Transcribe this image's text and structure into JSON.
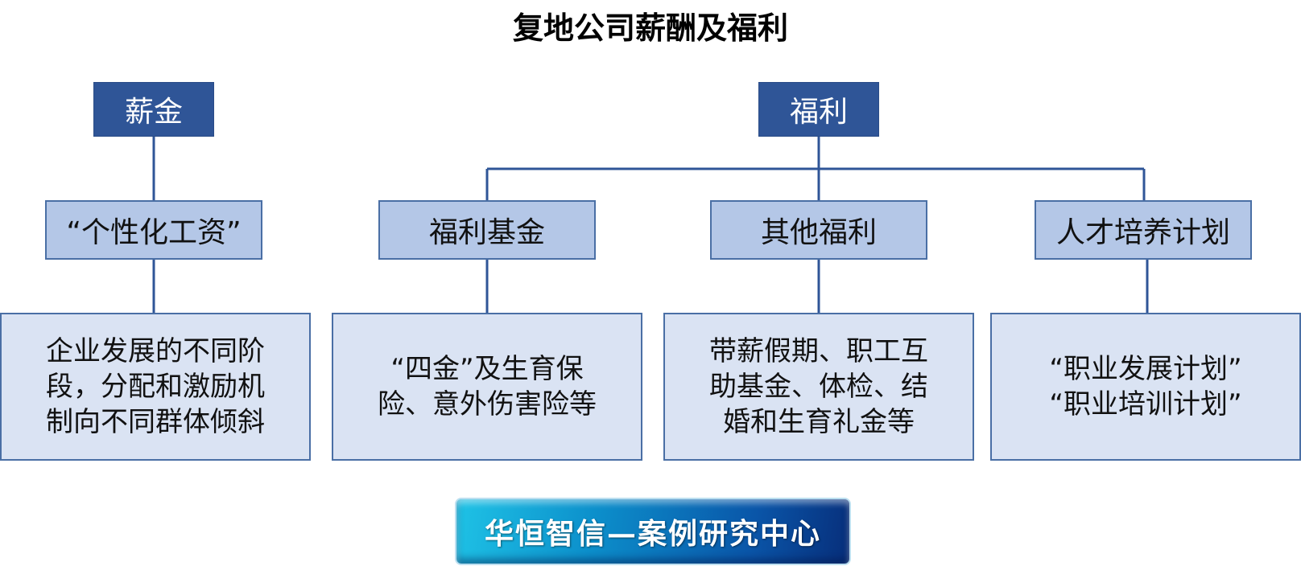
{
  "title": "复地公司薪酬及福利",
  "colors": {
    "top_node_fill": "#2f5597",
    "mid_node_fill": "#b4c7e7",
    "leaf_node_fill": "#dae3f3",
    "connector": "#2f5597"
  },
  "salary": {
    "label": "薪金",
    "child": {
      "label": "“个性化工资”",
      "detail": "企业发展的不同阶\n段，分配和激励机\n制向不同群体倾斜"
    }
  },
  "welfare": {
    "label": "福利",
    "children": [
      {
        "label": "福利基金",
        "detail": "“四金”及生育保\n险、意外伤害险等"
      },
      {
        "label": "其他福利",
        "detail": "带薪假期、职工互\n助基金、体检、结\n婚和生育礼金等"
      },
      {
        "label": "人才培养计划",
        "detail": "“职业发展计划”\n“职业培训计划”"
      }
    ]
  },
  "banner": {
    "text": "华恒智信—案例研究中心"
  }
}
